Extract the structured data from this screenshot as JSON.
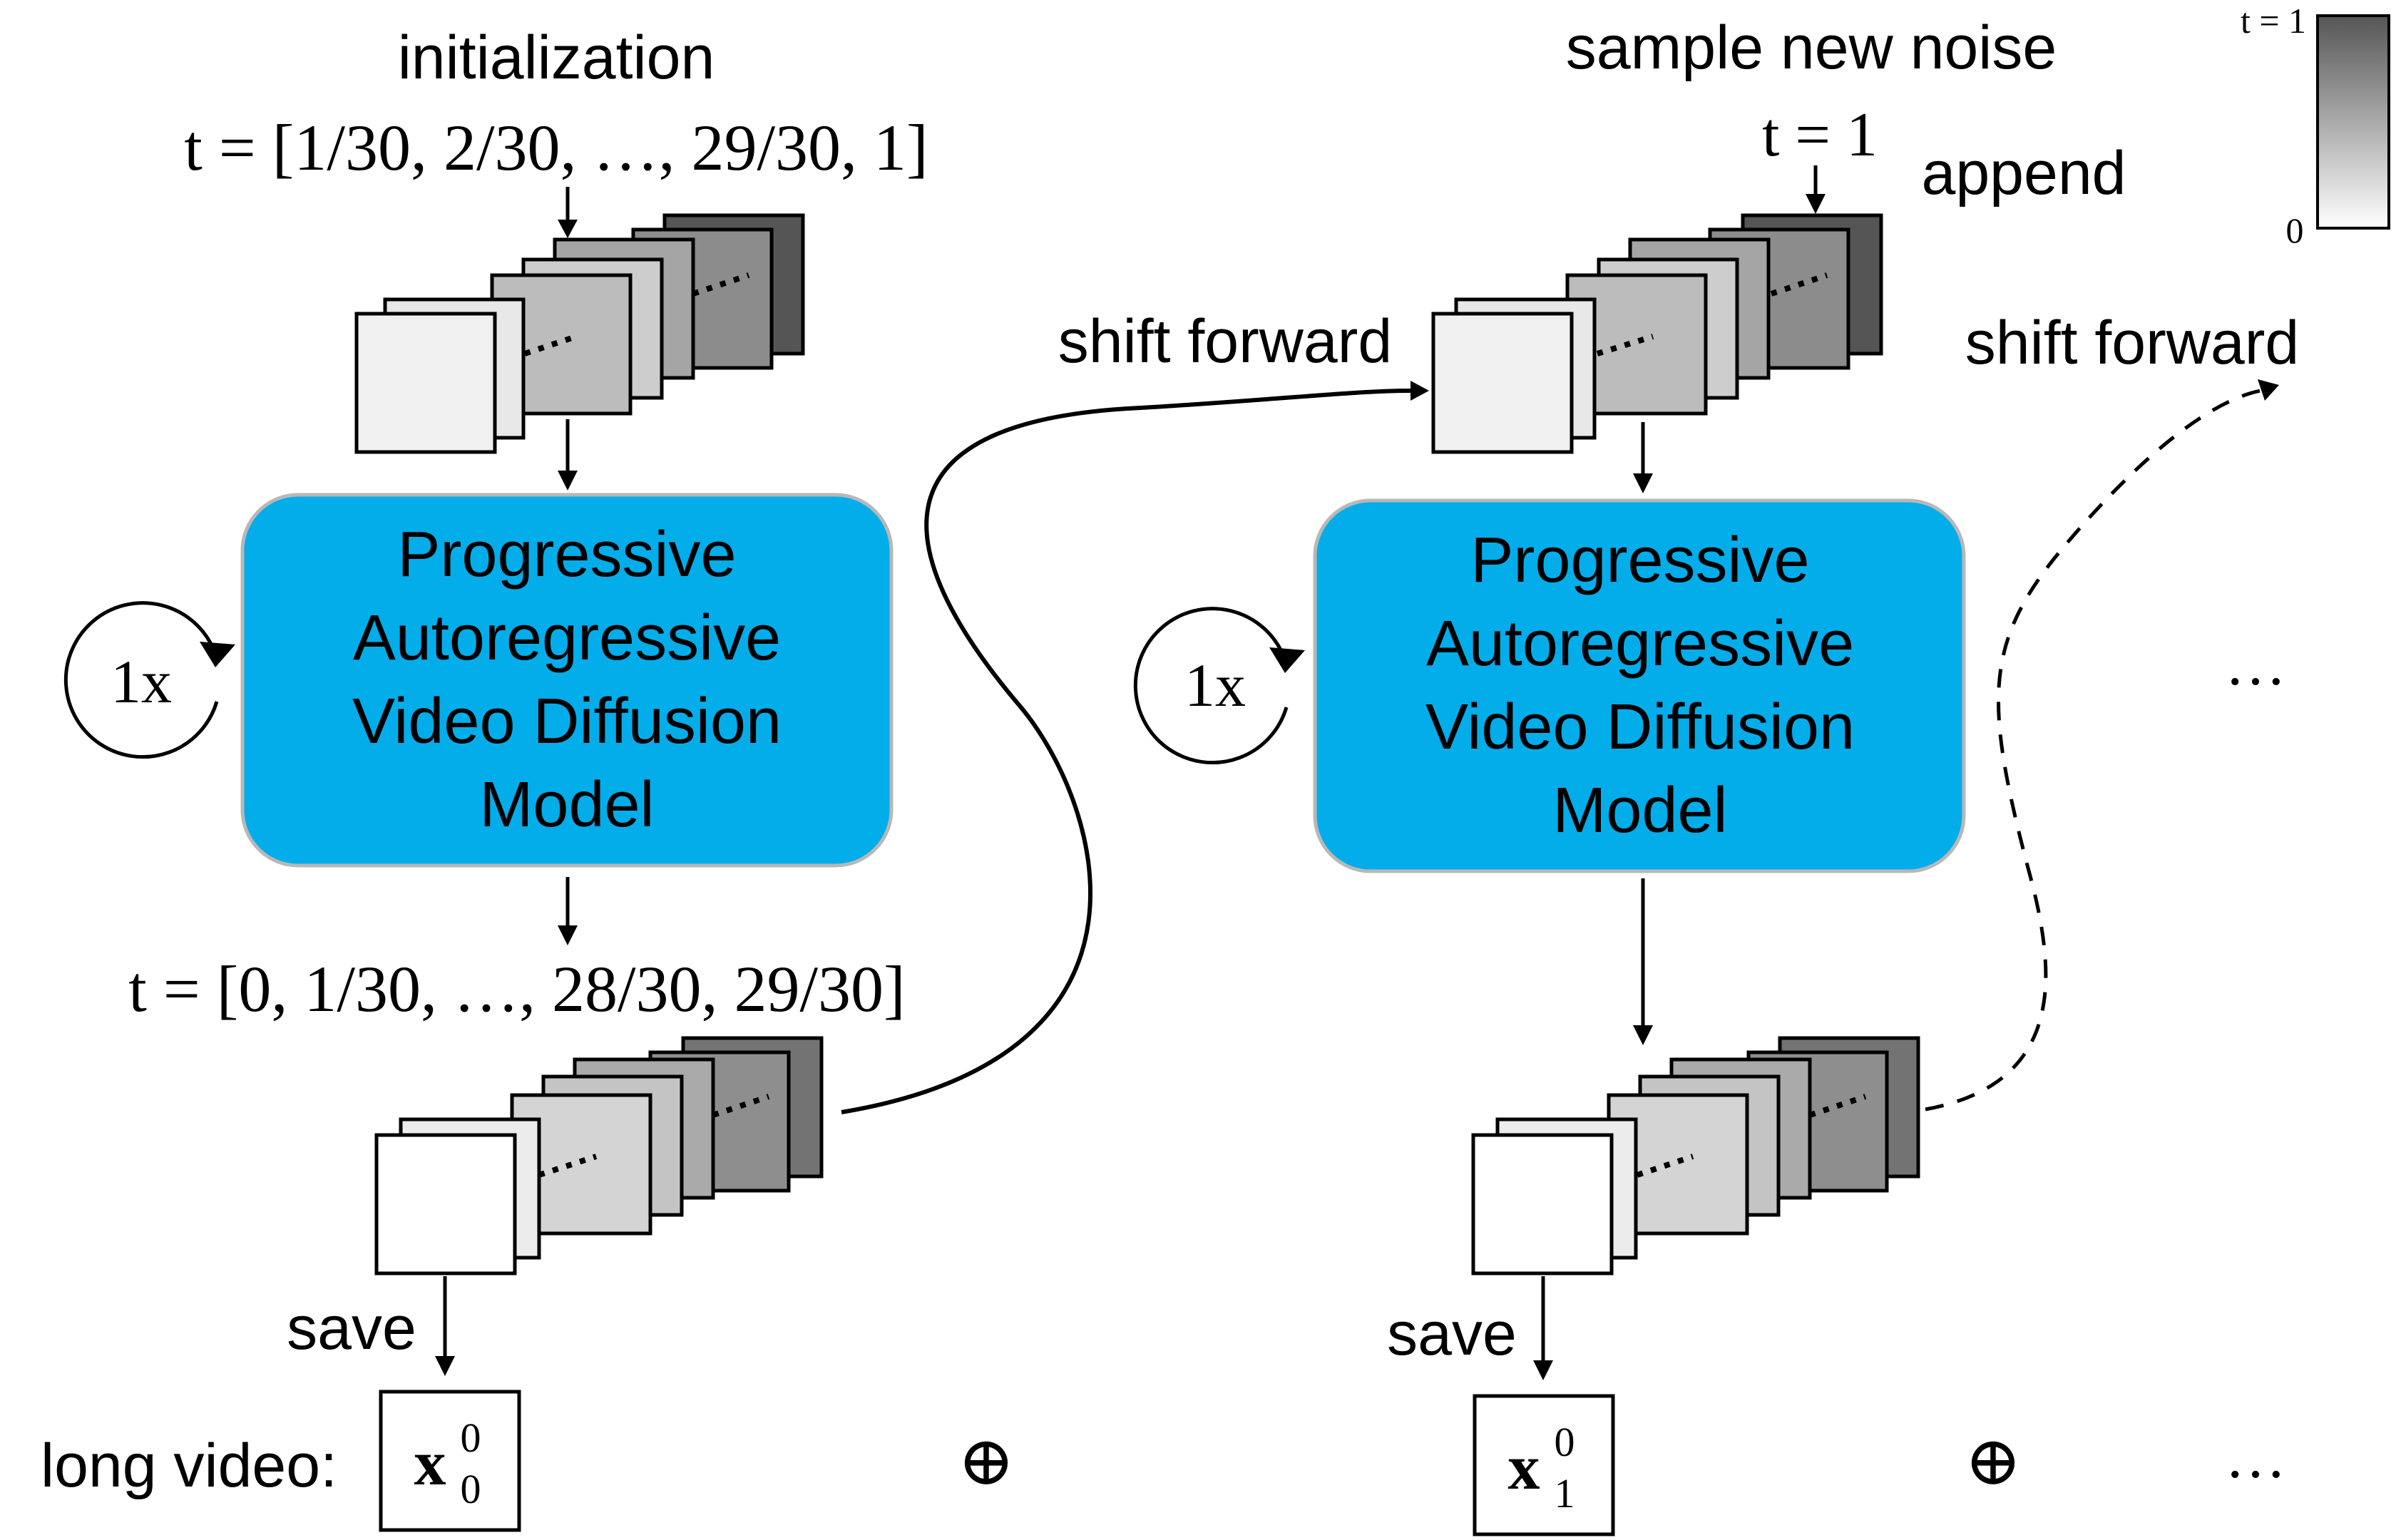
{
  "init": {
    "title": "initialization",
    "timesteps": "t = [1/30, 2/30, …, 29/30, 1]"
  },
  "after_step": {
    "timesteps": "t = [0, 1/30, …, 28/30, 29/30]"
  },
  "model": {
    "line1": "Progressive",
    "line2": "Autoregressive",
    "line3": "Video Diffusion",
    "line4": "Model"
  },
  "loop_label": "1x",
  "labels": {
    "shift_forward": "shift forward",
    "sample_new_noise": "sample new noise",
    "noise_t": "t = 1",
    "append": "append",
    "save": "save",
    "long_video": "long video:",
    "ellipsis": "…",
    "concat": "⊕"
  },
  "outputs": [
    {
      "base": "x",
      "sup": "0",
      "sub": "0"
    },
    {
      "base": "x",
      "sup": "0",
      "sub": "1"
    }
  ],
  "colorbar": {
    "top_label": "t = 1",
    "bottom_label": "0",
    "color_top": "#555555",
    "color_bottom": "#ffffff"
  },
  "colors": {
    "model_fill": "#03adea",
    "model_border": "#b8b8b8"
  }
}
